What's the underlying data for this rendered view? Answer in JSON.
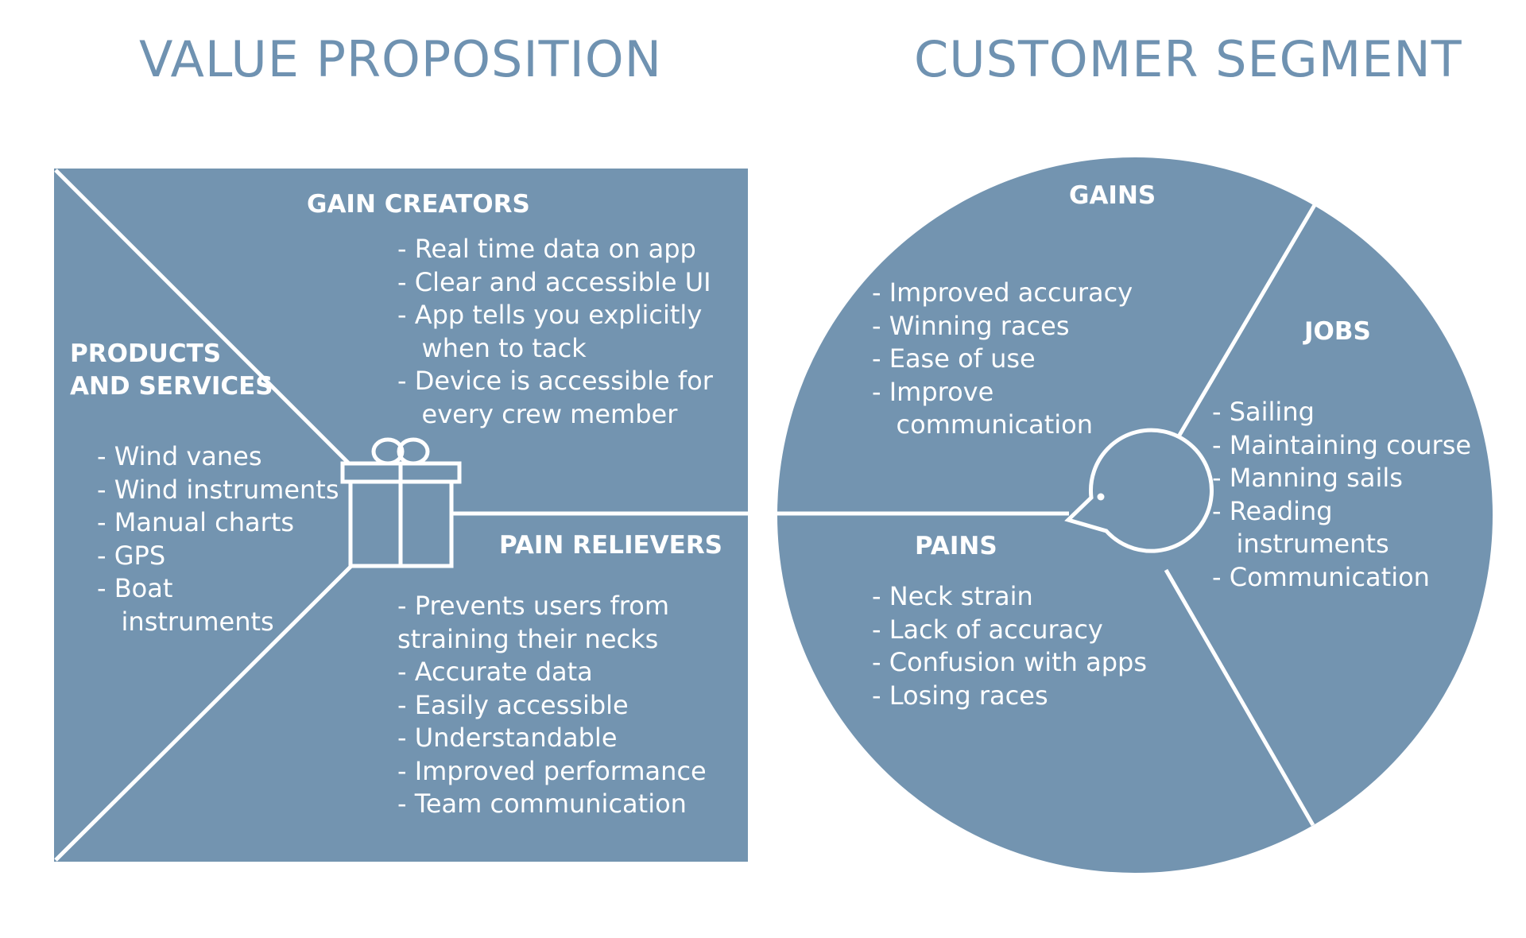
{
  "titles": {
    "value_proposition": "VALUE PROPOSITION",
    "customer_segment": "CUSTOMER SEGMENT"
  },
  "colors": {
    "title": "#6f92b1",
    "shape_fill": "#7394b0",
    "line": "#ffffff",
    "text": "#ffffff"
  },
  "icons": [
    "gift-icon",
    "customer-face-icon"
  ],
  "value_proposition": {
    "gain_creators": {
      "heading": "GAIN CREATORS",
      "items": [
        "- Real time data on app",
        "- Clear and  accessible UI",
        "- App tells you explicitly",
        "   when to tack",
        "- Device is accessible for",
        "   every crew member"
      ]
    },
    "products_services": {
      "heading_line1": "PRODUCTS",
      "heading_line2": "AND SERVICES",
      "items": [
        "- Wind vanes",
        "- Wind instruments",
        "- Manual charts",
        "- GPS",
        "- Boat",
        "   instruments"
      ]
    },
    "pain_relievers": {
      "heading": "PAIN RELIEVERS",
      "items": [
        "- Prevents users from",
        "straining their necks",
        "- Accurate data",
        "- Easily accessible",
        "- Understandable",
        "- Improved performance",
        "- Team communication"
      ]
    }
  },
  "customer_segment": {
    "gains": {
      "heading": "GAINS",
      "items": [
        "- Improved accuracy",
        "- Winning races",
        "- Ease of use",
        "- Improve",
        "   communication"
      ]
    },
    "jobs": {
      "heading": "JOBS",
      "items": [
        "- Sailing",
        "- Maintaining course",
        "- Manning sails",
        "- Reading",
        "   instruments",
        "- Communication"
      ]
    },
    "pains": {
      "heading": "PAINS",
      "items": [
        "- Neck strain",
        "- Lack of accuracy",
        "- Confusion with apps",
        "- Losing races"
      ]
    }
  }
}
